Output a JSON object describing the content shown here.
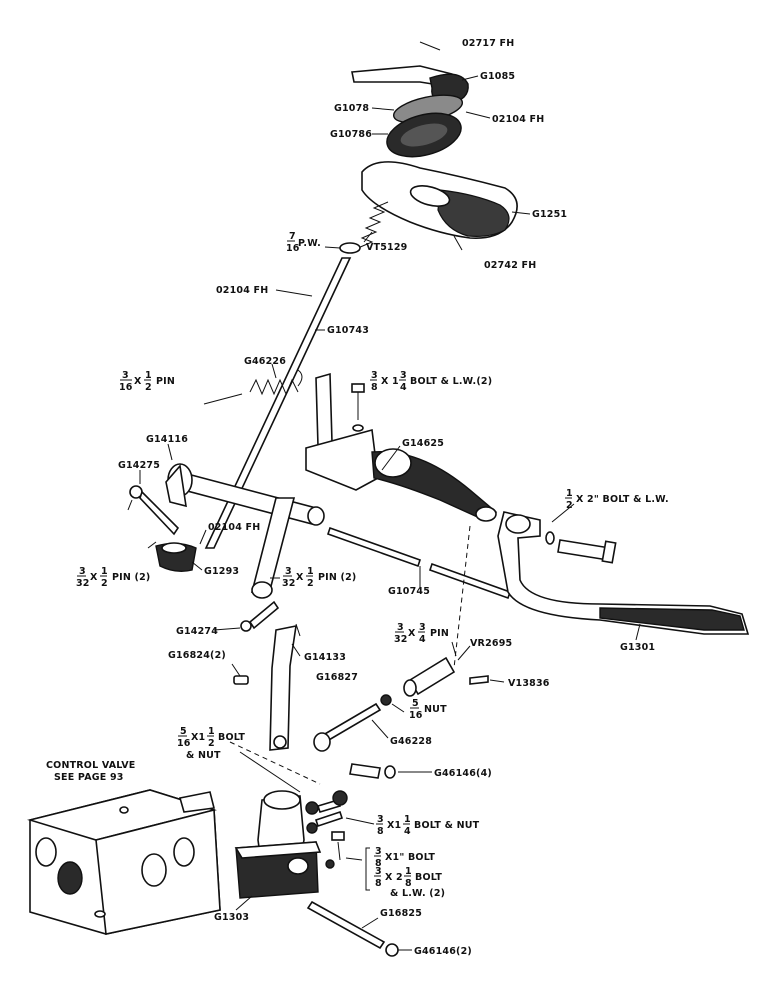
{
  "labels": {
    "l02717": "02717 FH",
    "l61085": "G1085",
    "l61078": "G1078",
    "l02104a": "02104 FH",
    "l610786": "G10786",
    "l61251": "G1251",
    "lvt5129": "VT5129",
    "l02742": "02742 FH",
    "lpw": "P.W.",
    "l02104b": "02104 FH",
    "l610743": "G10743",
    "l646226": "G46226",
    "lpinA": "X",
    "lpinA2": "PIN",
    "lbolt1": "X",
    "lbolt1b": "BOLT & L.W.(2)",
    "l614625": "G14625",
    "l614116": "G14116",
    "l614275": "G14275",
    "l02104c": "02104 FH",
    "l61293": "G1293",
    "lpin2": "X",
    "lpin2b": "PIN (2)",
    "lpin3": "X",
    "lpin3b": "PIN (2)",
    "l610745": "G10745",
    "lbolt2": "X 2\" BOLT & L.W.",
    "l61301": "G1301",
    "l614274": "G14274",
    "l616824": "G16824(2)",
    "l614133": "G14133",
    "l616827": "G16827",
    "lpin4": "X",
    "lpin4b": "PIN",
    "lvr2695": "VR2695",
    "lv13836": "V13836",
    "lnut": "NUT",
    "l646228": "G46228",
    "lbolt3": "X1",
    "lbolt3b": "BOLT",
    "lbolt3c": "& NUT",
    "l646146a": "G46146(4)",
    "lcv1": "CONTROL VALVE",
    "lcv2": "SEE PAGE 93",
    "lbolt4": "X1",
    "lbolt4b": "BOLT & NUT",
    "lbolt5": "X1\" BOLT",
    "lbolt6": "X 2",
    "lbolt6b": "BOLT",
    "lbolt6c": "& L.W. (2)",
    "l61303": "G1303",
    "l616825": "G16825",
    "l646146b": "G46146(2)"
  },
  "fractions": {
    "f7_16": [
      "7",
      "16"
    ],
    "f3_16": [
      "3",
      "16"
    ],
    "f1_2": [
      "1",
      "2"
    ],
    "f3_8": [
      "3",
      "8"
    ],
    "f3_4": [
      "3",
      "4"
    ],
    "f3_32": [
      "3",
      "32"
    ],
    "f5_16": [
      "5",
      "16"
    ],
    "f1_4": [
      "1",
      "4"
    ],
    "f1_8": [
      "1",
      "8"
    ]
  }
}
